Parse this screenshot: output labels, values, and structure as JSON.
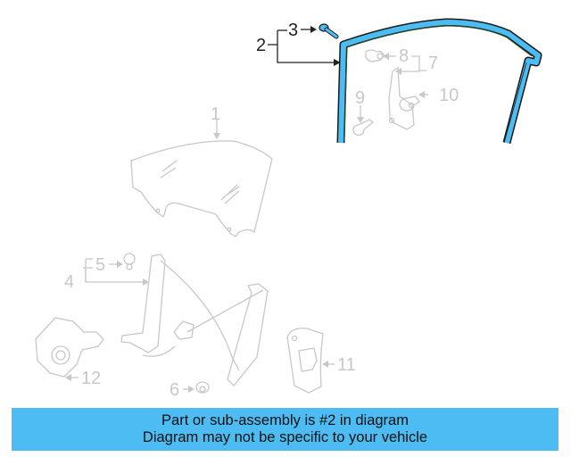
{
  "diagram": {
    "highlight_color": "#4dbcf3",
    "faded_color": "#c8c8c8",
    "callouts": {
      "c1": "1",
      "c2": "2",
      "c3": "3",
      "c4": "4",
      "c5": "5",
      "c6": "6",
      "c7": "7",
      "c8": "8",
      "c9": "9",
      "c10": "10",
      "c11": "11",
      "c12": "12"
    },
    "highlighted_part": "2"
  },
  "banner": {
    "line1": "Part or sub-assembly is #2 in diagram",
    "line2": "Diagram may not be specific to your vehicle",
    "background": "#4dbcf3"
  }
}
